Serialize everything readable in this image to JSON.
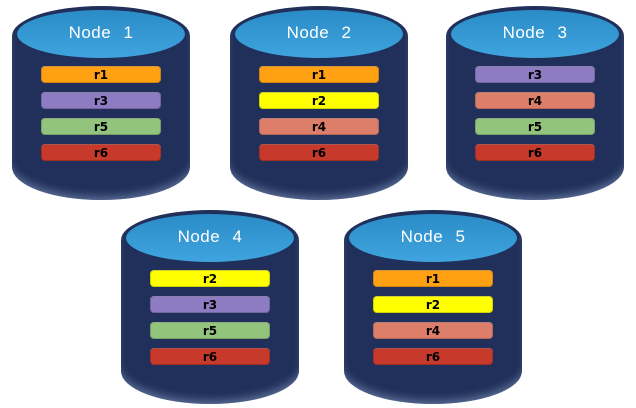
{
  "colors": {
    "background": "#FFFFFF",
    "cylinder_body": "#20305A",
    "cylinder_top": "#2F9CDB",
    "node_label_text": "#FFFFFF",
    "replica_label_text": "#000000"
  },
  "replica_colors": {
    "r1": "#FFA113",
    "r2": "#FFFF00",
    "r3": "#8E7CC3",
    "r4": "#DD7E6B",
    "r5": "#93C47D",
    "r6": "#C6392B"
  },
  "nodes": [
    {
      "label": "Node 1",
      "replicas": [
        "r1",
        "r3",
        "r5",
        "r6"
      ]
    },
    {
      "label": "Node 2",
      "replicas": [
        "r1",
        "r2",
        "r4",
        "r6"
      ]
    },
    {
      "label": "Node 3",
      "replicas": [
        "r3",
        "r4",
        "r5",
        "r6"
      ]
    },
    {
      "label": "Node 4",
      "replicas": [
        "r2",
        "r3",
        "r5",
        "r6"
      ]
    },
    {
      "label": "Node 5",
      "replicas": [
        "r1",
        "r2",
        "r4",
        "r6"
      ]
    }
  ]
}
